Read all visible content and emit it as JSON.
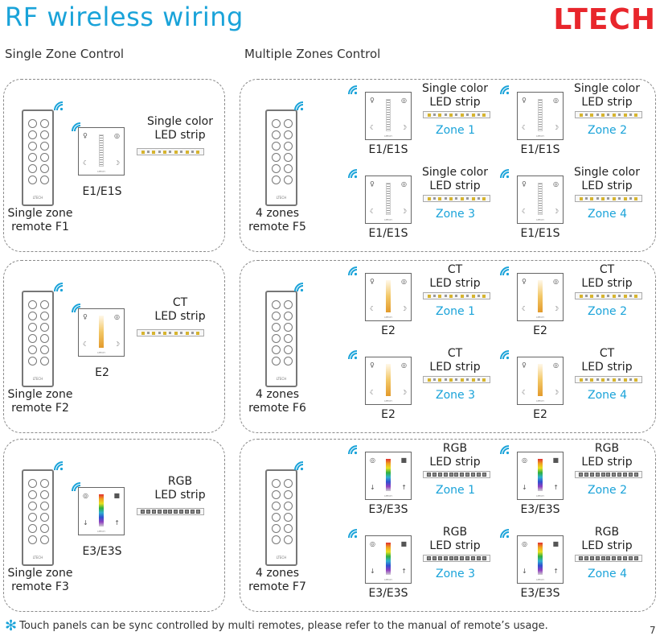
{
  "header": {
    "title": "RF wireless wiring",
    "logo_text": "LTECH"
  },
  "sections": {
    "left": "Single Zone Control",
    "right": "Multiple Zones Control"
  },
  "single": [
    {
      "remote": "Single zone\nremote F1",
      "panel": "E1/E1S",
      "strip": "Single color\nLED strip",
      "type": "white"
    },
    {
      "remote": "Single zone\nremote F2",
      "panel": "E2",
      "strip": "CT\nLED strip",
      "type": "ct"
    },
    {
      "remote": "Single zone\nremote F3",
      "panel": "E3/E3S",
      "strip": "RGB\nLED strip",
      "type": "rgb"
    }
  ],
  "multi": [
    {
      "remote": "4 zones\nremote F5",
      "panel": "E1/E1S",
      "strip": "Single color\nLED strip",
      "type": "white"
    },
    {
      "remote": "4 zones\nremote F6",
      "panel": "E2",
      "strip": "CT\nLED strip",
      "type": "ct"
    },
    {
      "remote": "4 zones\nremote F7",
      "panel": "E3/E3S",
      "strip": "RGB\nLED strip",
      "type": "rgb"
    }
  ],
  "zones": [
    "Zone 1",
    "Zone 2",
    "Zone 3",
    "Zone 4"
  ],
  "footnote": "Touch panels can be sync controlled by multi remotes, please refer to the manual of remote’s usage.",
  "footnote_mark": "✻",
  "page_number": "7",
  "colors": {
    "accent": "#1aa3d9",
    "brand": "#e8262c",
    "border": "#8a8a8a"
  }
}
